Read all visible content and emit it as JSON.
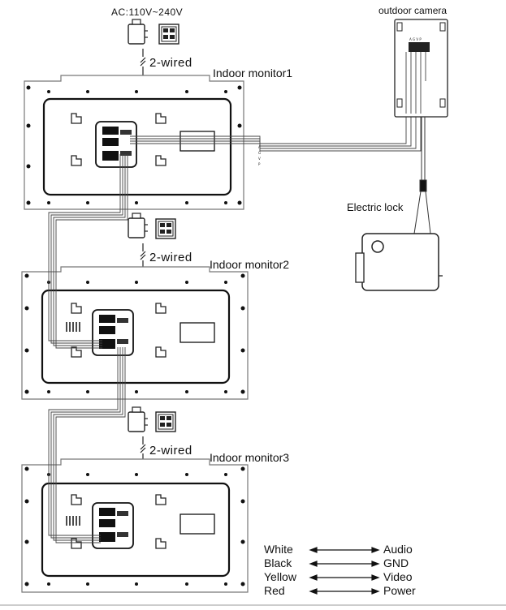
{
  "power": {
    "ac_label": "AC:110V~240V"
  },
  "camera": {
    "label": "outdoor camera"
  },
  "monitors": [
    {
      "label": "Indoor monitor1",
      "wiring": "2-wired"
    },
    {
      "label": "Indoor monitor2",
      "wiring": "2-wired"
    },
    {
      "label": "Indoor monitor3",
      "wiring": "2-wired"
    }
  ],
  "lock": {
    "label": "Electric lock"
  },
  "legend": [
    {
      "color": "White",
      "signal": "Audio"
    },
    {
      "color": "Black",
      "signal": "GND"
    },
    {
      "color": "Yellow",
      "signal": "Video"
    },
    {
      "color": "Red",
      "signal": "Power"
    }
  ]
}
